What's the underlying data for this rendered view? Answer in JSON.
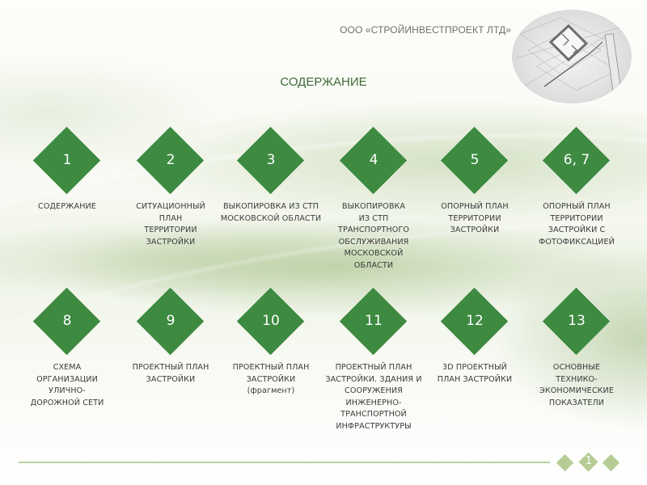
{
  "header": {
    "company": "ООО «СТРОЙИНВЕСТПРОЕКТ ЛТД»",
    "title": "СОДЕРЖАНИЕ",
    "photo": "architectural-blueprint-photo"
  },
  "colors": {
    "diamond": "#3d8a40",
    "title": "#3f6a36",
    "pager": "#b5cc95",
    "footer_line": "#b9cfa0"
  },
  "contents": [
    {
      "number": "1",
      "label": "СОДЕРЖАНИЕ"
    },
    {
      "number": "2",
      "label": "СИТУАЦИОННЫЙ ПЛАН ТЕРРИТОРИИ ЗАСТРОЙКИ"
    },
    {
      "number": "3",
      "label": "ВЫКОПИРОВКА ИЗ СТП МОСКОВСКОЙ ОБЛАСТИ"
    },
    {
      "number": "4",
      "label": "ВЫКОПИРОВКА ИЗ СТП ТРАНСПОРТНОГО ОБСЛУЖИВАНИЯ МОСКОВСКОЙ ОБЛАСТИ"
    },
    {
      "number": "5",
      "label": "ОПОРНЫЙ ПЛАН ТЕРРИТОРИИ ЗАСТРОЙКИ"
    },
    {
      "number": "6, 7",
      "label": "ОПОРНЫЙ ПЛАН ТЕРРИТОРИИ ЗАСТРОЙКИ С ФОТОФИКСАЦИЕЙ"
    },
    {
      "number": "8",
      "label": "СХЕМА ОРГАНИЗАЦИИ УЛИЧНО-ДОРОЖНОЙ СЕТИ"
    },
    {
      "number": "9",
      "label": "ПРОЕКТНЫЙ ПЛАН ЗАСТРОЙКИ"
    },
    {
      "number": "10",
      "label": "ПРОЕКТНЫЙ ПЛАН ЗАСТРОЙКИ (фрагмент)"
    },
    {
      "number": "11",
      "label": "ПРОЕКТНЫЙ ПЛАН ЗАСТРОЙКИ. ЗДАНИЯ И СООРУЖЕНИЯ ИНЖЕНЕРНО-ТРАНСПОРТНОЙ ИНФРАСТРУКТУРЫ"
    },
    {
      "number": "12",
      "label": "3D ПРОЕКТНЫЙ ПЛАН ЗАСТРОЙКИ"
    },
    {
      "number": "13",
      "label": "ОСНОВНЫЕ ТЕХНИКО-ЭКОНОМИЧЕСКИЕ ПОКАЗАТЕЛИ"
    }
  ],
  "footer": {
    "page_number": "1"
  }
}
